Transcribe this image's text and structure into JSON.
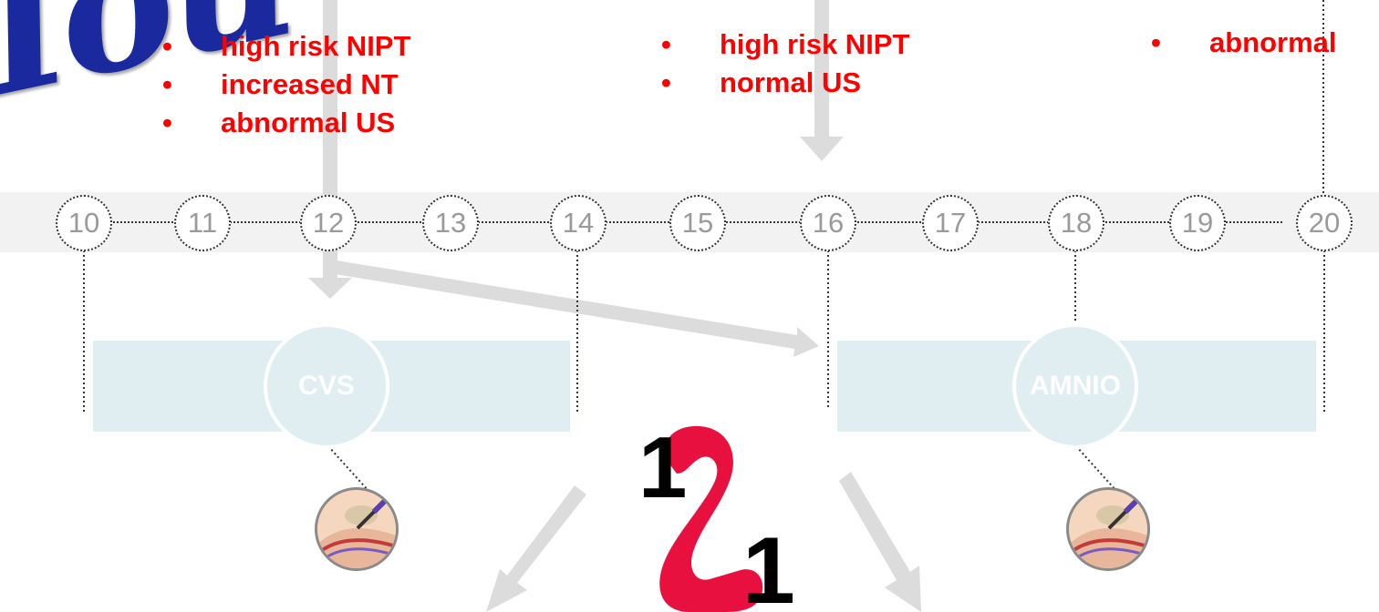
{
  "logo": {
    "text": "Iou"
  },
  "weeks": [
    "10",
    "11",
    "12",
    "13",
    "14",
    "15",
    "16",
    "17",
    "18",
    "19",
    "20"
  ],
  "indications": {
    "cvs": [
      "high risk NIPT",
      "increased NT",
      "abnormal US"
    ],
    "amnio_early": [
      "high risk NIPT",
      "normal US"
    ],
    "amnio_late": [
      "abnormal"
    ]
  },
  "bullet_char": "•",
  "procedures": {
    "cvs": "CVS",
    "amnio": "AMNIO"
  },
  "result_mark": {
    "digits": [
      "1",
      "2",
      "1"
    ]
  },
  "colors": {
    "accent_red": "#ff0000",
    "logo_blue": "#1a2a9e",
    "procedure_fill": "#e0eef2",
    "band_gray": "#f2f2f2",
    "arrow_gray": "#dcdcdc",
    "mark_red": "#e8103e"
  },
  "icons": {
    "procedure_illustration": "syringe-procedure-icon"
  }
}
